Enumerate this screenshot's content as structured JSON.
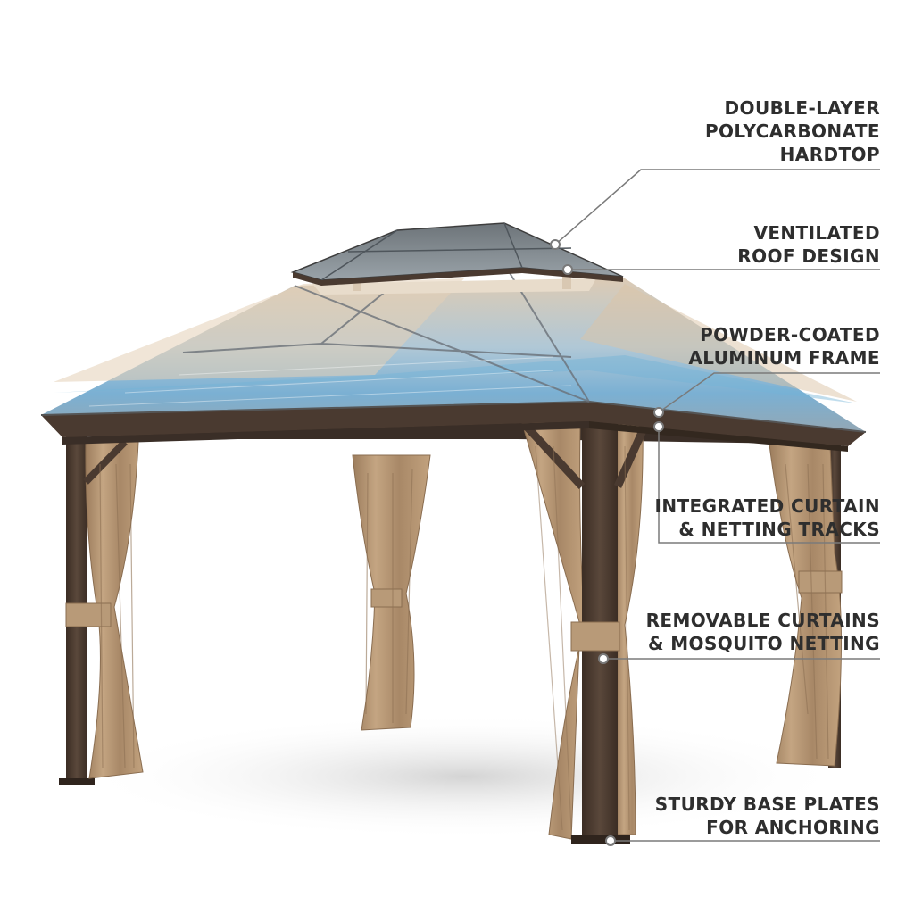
{
  "product": "gazebo",
  "colors": {
    "frame": "#4a3a30",
    "curtain": "#b49574",
    "roof_tint": "#7fb3d3",
    "text": "#2e2e2e",
    "leader_line": "#7a7a7a",
    "background": "#ffffff"
  },
  "callouts": [
    {
      "lines": [
        "DOUBLE-LAYER",
        "POLYCARBONATE",
        "HARDTOP"
      ]
    },
    {
      "lines": [
        "VENTILATED",
        "ROOF DESIGN"
      ]
    },
    {
      "lines": [
        "POWDER-COATED",
        "ALUMINUM FRAME"
      ]
    },
    {
      "lines": [
        "INTEGRATED CURTAIN",
        "& NETTING TRACKS"
      ]
    },
    {
      "lines": [
        "REMOVABLE CURTAINS",
        "& MOSQUITO NETTING"
      ]
    },
    {
      "lines": [
        "STURDY BASE PLATES",
        "FOR ANCHORING"
      ]
    }
  ]
}
